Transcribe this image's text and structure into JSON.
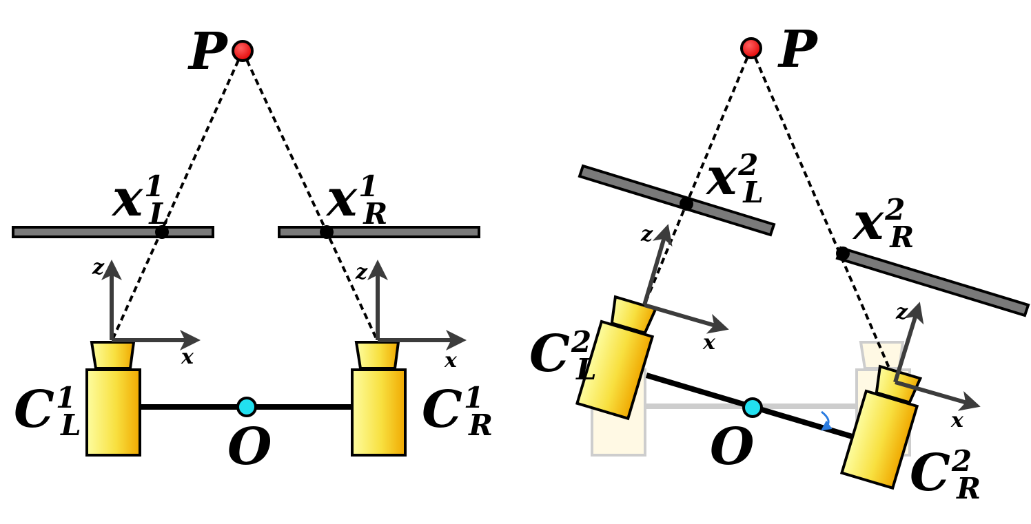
{
  "colors": {
    "point_P": "#ee1c1c",
    "origin_O": "#22e0f0",
    "camera_light": "#fbfb84",
    "camera_dark": "#f4b400",
    "image_plane": "#7a7a7a",
    "axis": "#3c3c3c",
    "rotation_arrow": "#2a7be0",
    "ghost": "#bdbdbd"
  },
  "icons": {
    "rotation": "curved-arrow-icon"
  },
  "left": {
    "point": {
      "base": "P"
    },
    "origin": {
      "base": "O"
    },
    "proj_left": {
      "base": "x",
      "sub": "L",
      "sup": "1"
    },
    "proj_right": {
      "base": "x",
      "sub": "R",
      "sup": "1"
    },
    "cam_left": {
      "base": "C",
      "sub": "L",
      "sup": "1"
    },
    "cam_right": {
      "base": "C",
      "sub": "R",
      "sup": "1"
    },
    "axis_z": "z",
    "axis_x": "x"
  },
  "right": {
    "point": {
      "base": "P"
    },
    "origin": {
      "base": "O"
    },
    "proj_left": {
      "base": "x",
      "sub": "L",
      "sup": "2"
    },
    "proj_right": {
      "base": "x",
      "sub": "R",
      "sup": "2"
    },
    "cam_left": {
      "base": "C",
      "sub": "L",
      "sup": "2"
    },
    "cam_right": {
      "base": "C",
      "sub": "R",
      "sup": "2"
    },
    "axis_z": "z",
    "axis_x": "x"
  }
}
